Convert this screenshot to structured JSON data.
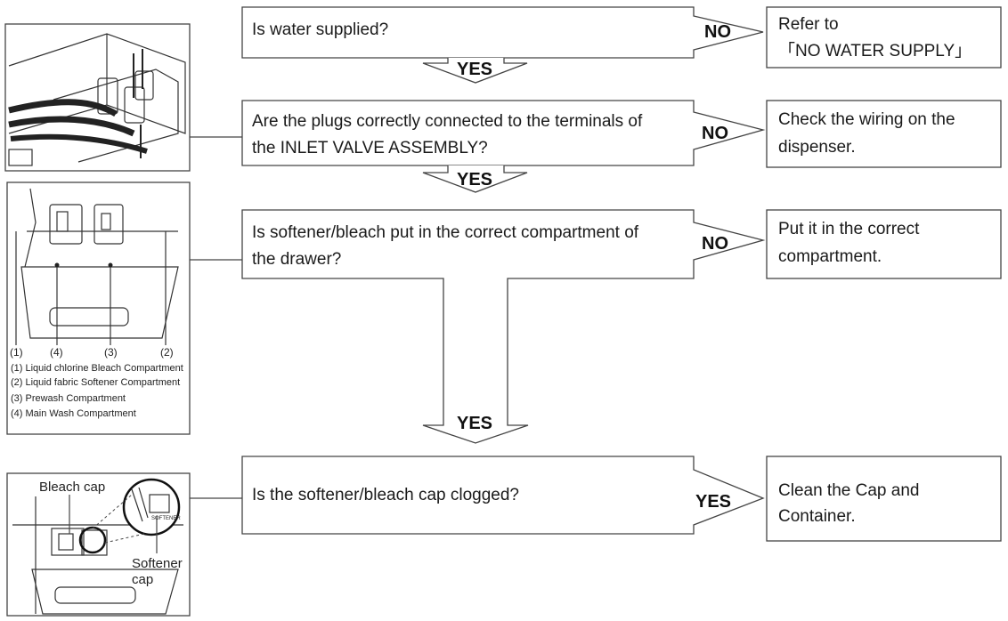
{
  "steps": [
    {
      "question": [
        "Is water supplied?"
      ],
      "answer_label": "NO",
      "result": [
        "Refer to",
        "「NO WATER SUPPLY」"
      ]
    },
    {
      "question": [
        "Are the plugs correctly connected to the terminals of",
        "the INLET VALVE ASSEMBLY?"
      ],
      "answer_label": "NO",
      "result": [
        "Check the wiring on the",
        "dispenser."
      ]
    },
    {
      "question": [
        "Is softener/bleach put in the correct compartment of",
        "the drawer?"
      ],
      "answer_label": "NO",
      "result": [
        "Put it in the correct",
        "compartment."
      ]
    },
    {
      "question": [
        "Is the softener/bleach cap clogged?"
      ],
      "answer_label": "YES",
      "result": [
        "Clean the Cap and",
        "Container."
      ]
    }
  ],
  "flow_labels": [
    "YES",
    "YES",
    "YES"
  ],
  "drawer_figure": {
    "numbers": [
      "(1)",
      "(4)",
      "(3)",
      "(2)"
    ],
    "legend": [
      "(1) Liquid chlorine Bleach Compartment",
      "(2) Liquid fabric Softener Compartment",
      "(3) Prewash Compartment",
      "(4) Main Wash Compartment"
    ]
  },
  "cap_figure": {
    "bleach_cap_label": "Bleach cap",
    "softener_cap_label": [
      "Softener",
      "cap"
    ],
    "cap_marking": "SOFTENER"
  }
}
